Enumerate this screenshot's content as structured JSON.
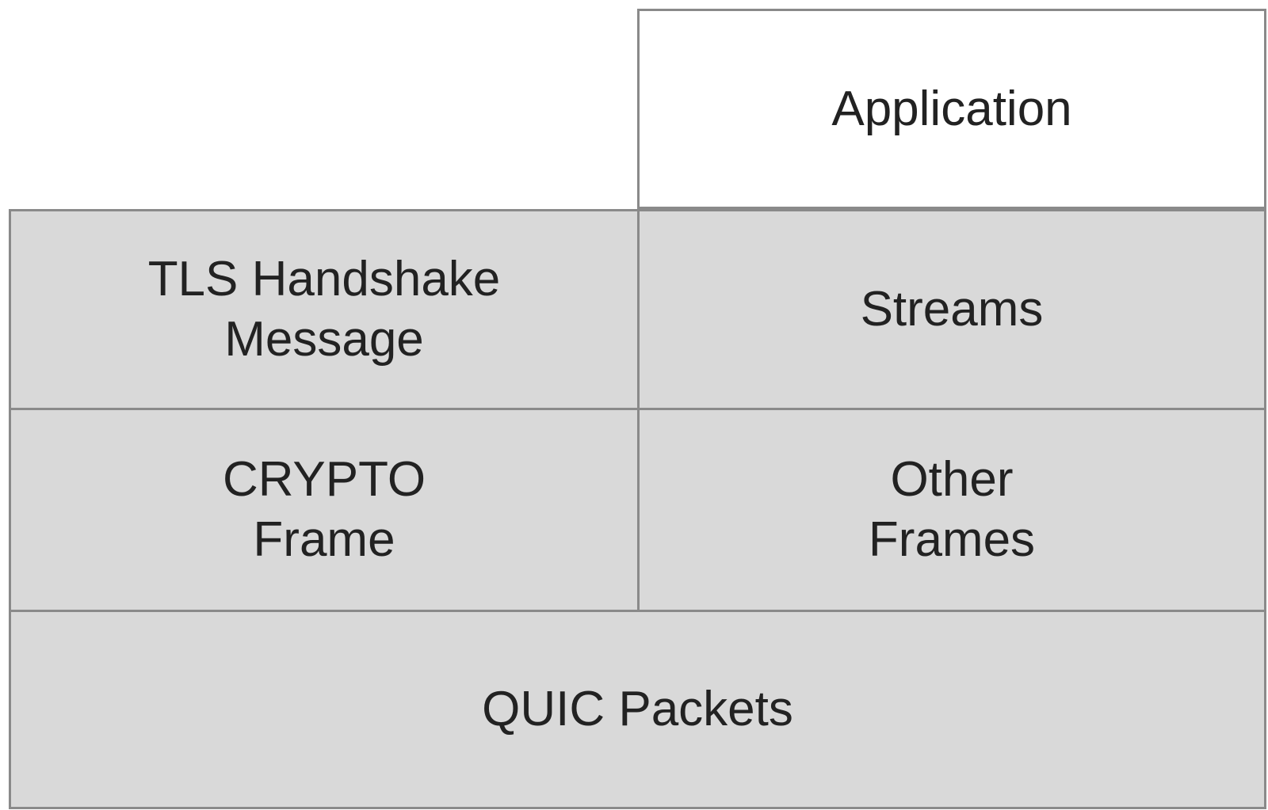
{
  "colors": {
    "border": "#8a8a8a",
    "fill_gray": "#d9d9d9",
    "fill_white": "#ffffff",
    "text": "#222222"
  },
  "layers": {
    "application": {
      "label": "Application"
    },
    "tls_handshake": {
      "line1": "TLS Handshake",
      "line2": "Message"
    },
    "streams": {
      "label": "Streams"
    },
    "crypto_frame": {
      "line1": "CRYPTO",
      "line2": "Frame"
    },
    "other_frames": {
      "line1": "Other",
      "line2": "Frames"
    },
    "quic_packets": {
      "label": "QUIC Packets"
    }
  }
}
